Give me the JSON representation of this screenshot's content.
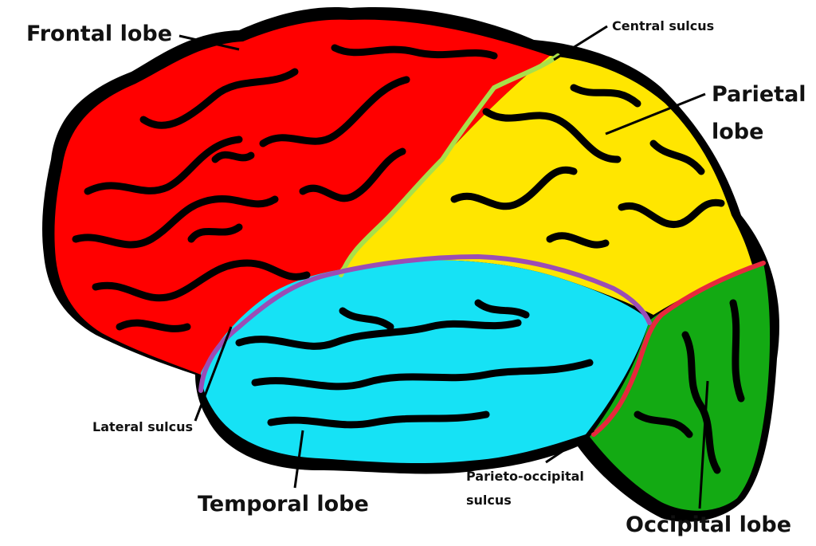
{
  "labels": {
    "frontal": "Frontal lobe",
    "central": "Central sulcus",
    "parietal_1": "Parietal",
    "parietal_2": "lobe",
    "lateral": "Lateral sulcus",
    "temporal": "Temporal lobe",
    "parieto_1": "Parieto-occipital",
    "parieto_2": "sulcus",
    "occipital": "Occipital lobe"
  },
  "colors": {
    "frontal": "#ff0000",
    "parietal": "#ffe600",
    "temporal": "#16e2f5",
    "occipital": "#13aa13",
    "central_sulcus": "#a8e04a",
    "lateral_sulcus": "#9b4db5",
    "parieto_occipital_sulcus": "#e8283c",
    "outline": "#000000"
  }
}
